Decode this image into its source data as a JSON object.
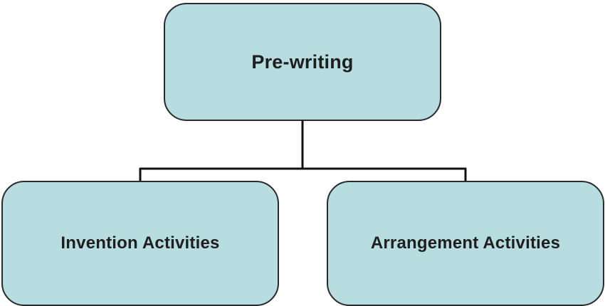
{
  "diagram": {
    "type": "hierarchy",
    "root": {
      "label": "Pre-writing"
    },
    "children": [
      {
        "label": "Invention Activities"
      },
      {
        "label": "Arrangement Activities"
      }
    ],
    "colors": {
      "node_fill": "#b7dde1",
      "node_border": "#2a2a2a",
      "connector": "#111111",
      "text": "#1e1e1e",
      "background": "#ffffff"
    }
  }
}
